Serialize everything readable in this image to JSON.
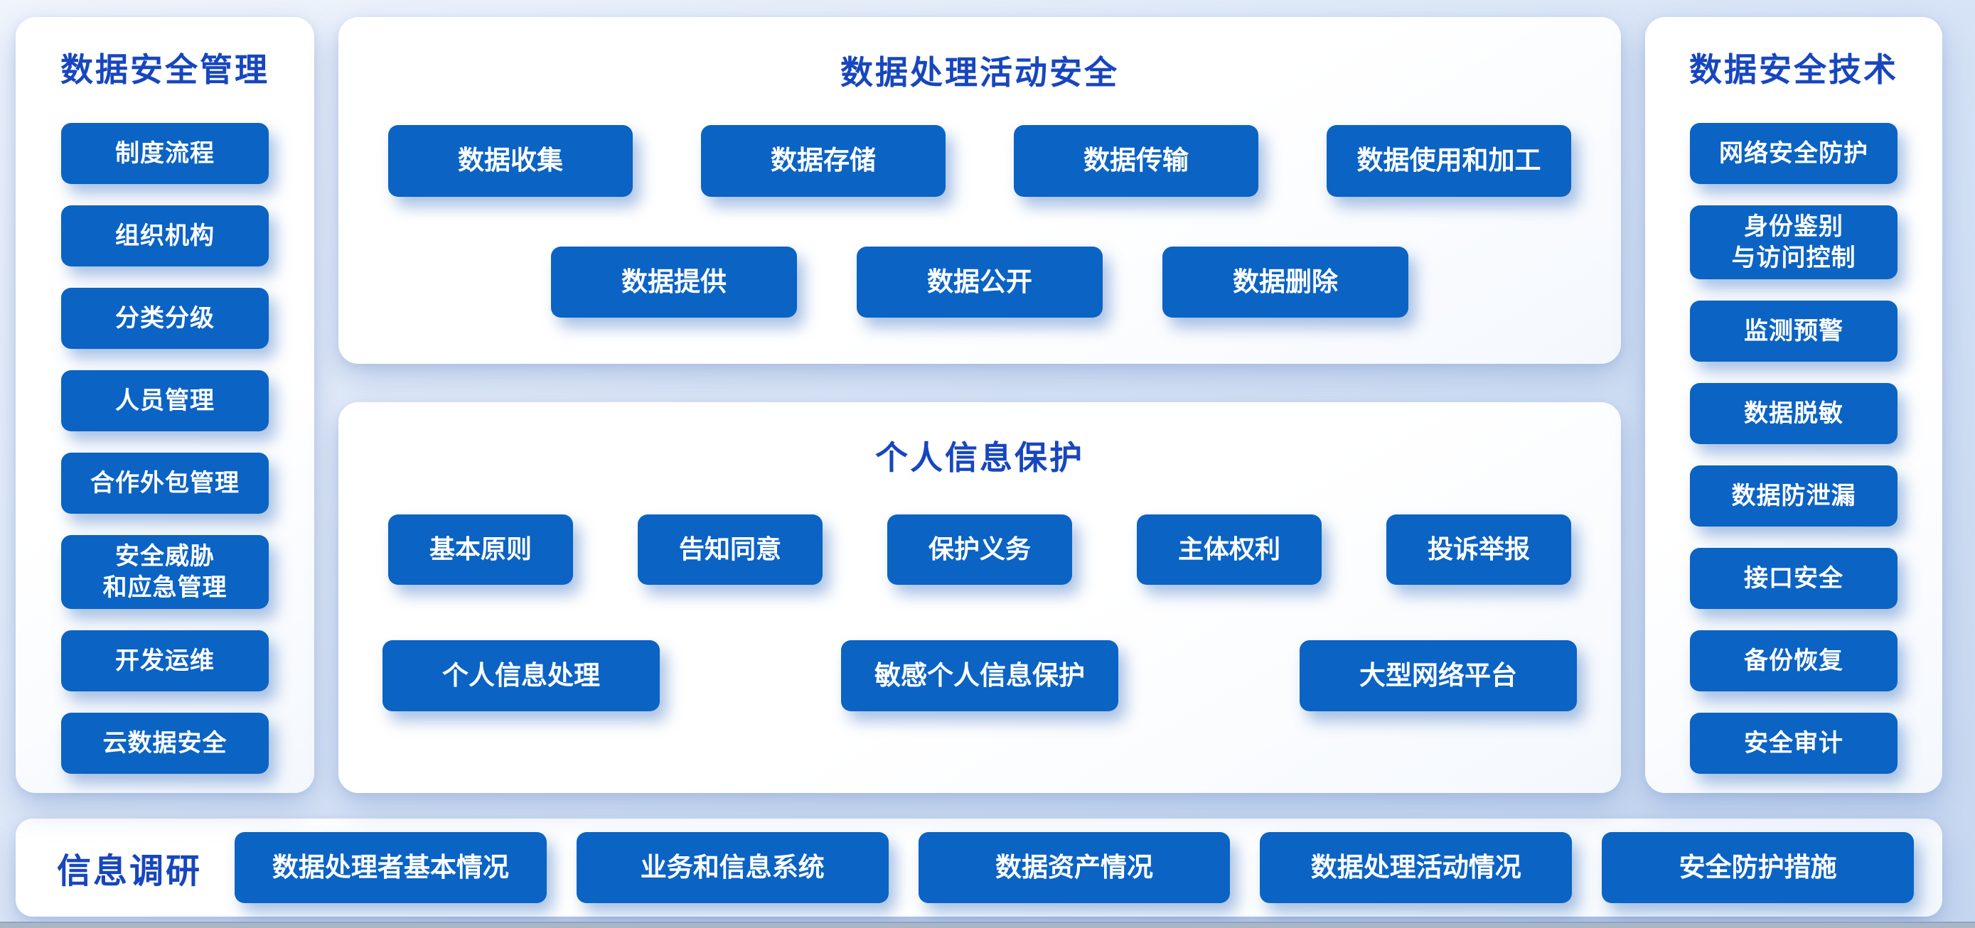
{
  "colors": {
    "node_fill": "#0b63c4",
    "node_text": "#ffffff",
    "title_text": "#1746be",
    "panel_fill": "#ffffff",
    "background_top": "#f0f4fc",
    "background_bottom": "#c6d7f0"
  },
  "management_panel": {
    "title": "数据安全管理",
    "items": [
      "制度流程",
      "组织机构",
      "分类分级",
      "人员管理",
      "合作外包管理",
      "安全威胁\n和应急管理",
      "开发运维",
      "云数据安全"
    ]
  },
  "processing_panel": {
    "title": "数据处理活动安全",
    "row1": [
      "数据收集",
      "数据存储",
      "数据传输",
      "数据使用和加工"
    ],
    "row2": [
      "数据提供",
      "数据公开",
      "数据删除"
    ]
  },
  "personal_info_panel": {
    "title": "个人信息保护",
    "row1": [
      "基本原则",
      "告知同意",
      "保护义务",
      "主体权利",
      "投诉举报"
    ],
    "row2": [
      "个人信息处理",
      "敏感个人信息保护",
      "大型网络平台"
    ]
  },
  "technology_panel": {
    "title": "数据安全技术",
    "items": [
      "网络安全防护",
      "身份鉴别\n与访问控制",
      "监测预警",
      "数据脱敏",
      "数据防泄漏",
      "接口安全",
      "备份恢复",
      "安全审计"
    ]
  },
  "survey_bar": {
    "title": "信息调研",
    "items": [
      "数据处理者基本情况",
      "业务和信息系统",
      "数据资产情况",
      "数据处理活动情况",
      "安全防护措施"
    ]
  }
}
